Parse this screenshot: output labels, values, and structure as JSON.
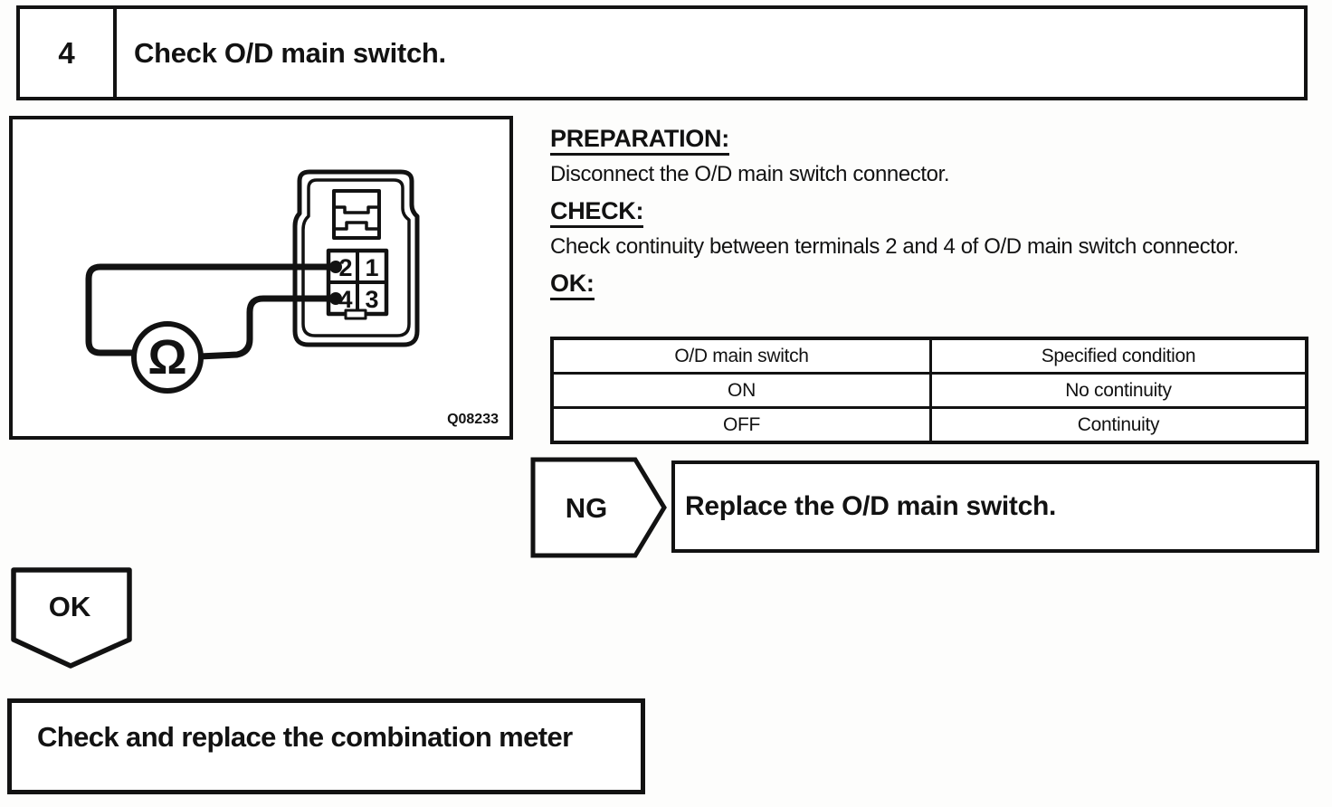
{
  "step_header": {
    "number": "4",
    "title": "Check O/D main switch."
  },
  "figure": {
    "code": "Q08233",
    "ohm_symbol": "Ω",
    "terminals": [
      "2",
      "1",
      "4",
      "3"
    ]
  },
  "instructions": {
    "preparation_label": "PREPARATION:",
    "preparation_text": "Disconnect the O/D main switch connector.",
    "check_label": "CHECK:",
    "check_text": "Check continuity between terminals 2 and 4 of O/D main switch connector.",
    "ok_label": "OK:"
  },
  "ok_table": {
    "headers": [
      "O/D main switch",
      "Specified condition"
    ],
    "rows": [
      [
        "ON",
        "No continuity"
      ],
      [
        "OFF",
        "Continuity"
      ]
    ]
  },
  "ng_branch": {
    "label": "NG",
    "action": "Replace the O/D main switch."
  },
  "ok_branch": {
    "label": "OK",
    "action": "Check and replace the combination meter"
  },
  "colors": {
    "ink": "#121212",
    "paper": "#fdfdfc"
  }
}
